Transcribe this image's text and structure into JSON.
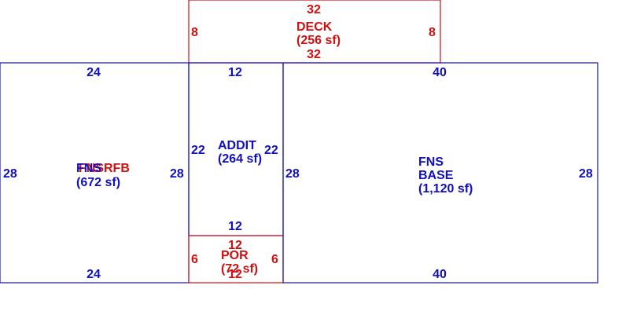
{
  "colors": {
    "blue": "#1010c0",
    "red": "#d01010"
  },
  "sections": {
    "deck": {
      "color": "red",
      "name": "DECK",
      "area": "(256 sf)",
      "dims": {
        "top": "32",
        "bottom": "32",
        "left": "8",
        "right": "8"
      }
    },
    "fns_left": {
      "color": "blue",
      "name": "FNS",
      "overlay_name": "FNSRFB",
      "area": "(672 sf)",
      "dims": {
        "top": "24",
        "bottom": "24",
        "left": "28",
        "right": "28"
      }
    },
    "addit": {
      "color": "blue",
      "name": "ADDIT",
      "area": "(264 sf)",
      "dims": {
        "top": "12",
        "bottom": "12",
        "left": "22",
        "right": "22"
      }
    },
    "por": {
      "color": "red",
      "name": "POR",
      "area": "(72 sf)",
      "dims": {
        "top": "12",
        "bottom": "12",
        "left": "6",
        "right": "6"
      }
    },
    "fns_base": {
      "color": "blue",
      "name_line1": "FNS",
      "name_line2": "BASE",
      "area": "(1,120 sf)",
      "dims": {
        "top": "40",
        "bottom": "40",
        "left": "28",
        "right": "28"
      }
    }
  }
}
